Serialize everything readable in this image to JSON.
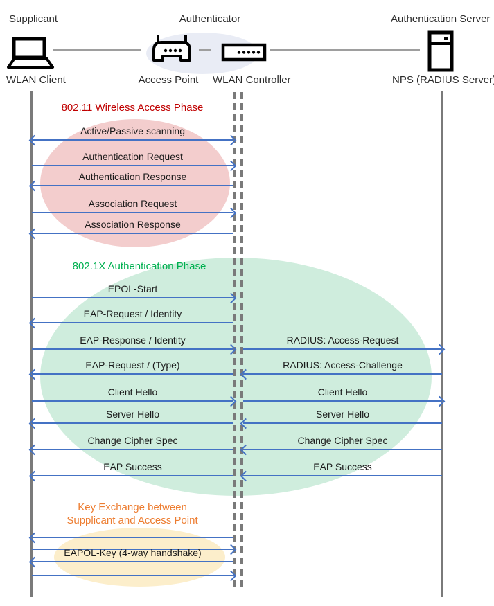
{
  "header": {
    "supplicant_role": "Supplicant",
    "authenticator_role": "Authenticator",
    "auth_server_role": "Authentication Server",
    "wlan_client_label": "WLAN Client",
    "access_point_label": "Access Point",
    "wlan_controller_label": "WLAN Controller",
    "nps_label": "NPS (RADIUS Server)"
  },
  "phases": {
    "phase1": {
      "title": "802.11 Wireless Access Phase",
      "color": "#C00000"
    },
    "phase2": {
      "title": "802.1X Authentication Phase",
      "color": "#00B050"
    },
    "phase3": {
      "title_line1": "Key Exchange between",
      "title_line2": "Supplicant and Access Point",
      "color": "#ED7D31"
    }
  },
  "messages": [
    {
      "label": "Active/Passive scanning",
      "direction": "both",
      "side": "client-authenticator"
    },
    {
      "label": "Authentication Request",
      "direction": "right",
      "side": "client-authenticator"
    },
    {
      "label": "Authentication Response",
      "direction": "left",
      "side": "client-authenticator"
    },
    {
      "label": "Association Request",
      "direction": "right",
      "side": "client-authenticator"
    },
    {
      "label": "Association Response",
      "direction": "left",
      "side": "client-authenticator"
    },
    {
      "label": "EPOL-Start",
      "direction": "right",
      "side": "client-authenticator"
    },
    {
      "label": "EAP-Request / Identity",
      "direction": "left",
      "side": "client-authenticator"
    },
    {
      "label": "EAP-Response / Identity",
      "direction": "right",
      "side": "client-authenticator"
    },
    {
      "label": "EAP-Request / (Type)",
      "direction": "left",
      "side": "client-authenticator"
    },
    {
      "label": "Client Hello",
      "direction": "right",
      "side": "client-authenticator"
    },
    {
      "label": "Server Hello",
      "direction": "left",
      "side": "client-authenticator"
    },
    {
      "label": "Change Cipher Spec",
      "direction": "left",
      "side": "client-authenticator"
    },
    {
      "label": "EAP Success",
      "direction": "left",
      "side": "client-authenticator"
    },
    {
      "label": "RADIUS: Access-Request",
      "direction": "right",
      "side": "authenticator-server"
    },
    {
      "label": "RADIUS: Access-Challenge",
      "direction": "left",
      "side": "authenticator-server"
    },
    {
      "label": "Client Hello",
      "direction": "right",
      "side": "authenticator-server"
    },
    {
      "label": "Server Hello",
      "direction": "left",
      "side": "authenticator-server"
    },
    {
      "label": "Change Cipher Spec",
      "direction": "left",
      "side": "authenticator-server"
    },
    {
      "label": "EAP Success",
      "direction": "left",
      "side": "authenticator-server"
    },
    {
      "label": "",
      "direction": "left",
      "side": "client-authenticator"
    },
    {
      "label": "",
      "direction": "right",
      "side": "client-authenticator"
    },
    {
      "label": "EAPOL-Key (4-way handshake)",
      "direction": "left",
      "side": "client-authenticator"
    },
    {
      "label": "",
      "direction": "right",
      "side": "client-authenticator"
    }
  ],
  "icons": {
    "client": "laptop-icon",
    "authenticator_ap": "access-point-icon",
    "authenticator_controller": "wlan-controller-icon",
    "server": "server-icon"
  },
  "colors": {
    "arrow_blue": "#4472C4",
    "phase1_red": "#C00000",
    "phase2_green": "#00B050",
    "phase3_orange": "#ED7D31",
    "pink_ellipse": "#F3CDCD",
    "green_ellipse": "#CFEDDD",
    "yellow_ellipse": "#FCEECB",
    "blue_ellipse": "#E9ECF5",
    "lifeline_gray": "#7A7A7A"
  }
}
